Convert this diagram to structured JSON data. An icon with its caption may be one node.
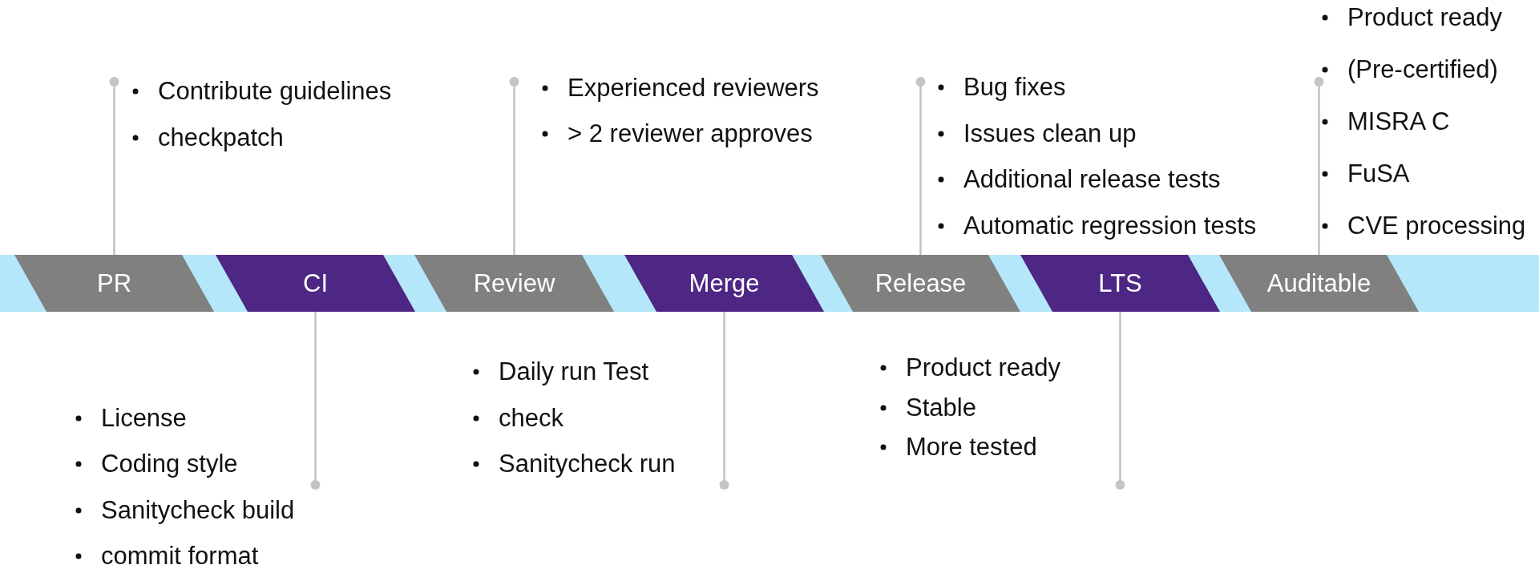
{
  "diagram": {
    "nodes": [
      {
        "text": [
          "PR"
        ]
      },
      {
        "text": [
          "CI"
        ]
      },
      {
        "text": [
          "Review"
        ]
      },
      {
        "text": [
          "Merge"
        ]
      },
      {
        "text": [
          "Release"
        ]
      },
      {
        "text": [
          "LTS"
        ]
      },
      {
        "text": [
          "Auditable"
        ]
      },
      {
        "text": [
          "Contribute guidelines",
          "checkpatch"
        ]
      },
      {
        "text": [
          "License",
          "Coding style",
          "Sanitycheck build",
          "commit format"
        ]
      },
      {
        "text": [
          "Experienced reviewers",
          "> 2 reviewer approves"
        ]
      },
      {
        "text": [
          "Daily run Test",
          "check",
          "Sanitycheck run"
        ]
      },
      {
        "text": [
          "Bug fixes",
          "Issues clean up",
          "Additional release tests",
          "Automatic regression tests"
        ]
      },
      {
        "text": [
          "Product ready",
          "Stable",
          "More tested"
        ]
      },
      {
        "text": [
          "Product ready",
          "(Pre-certified)",
          "MISRA C",
          "FuSA",
          "CVE processing"
        ]
      }
    ],
    "edges": [
      {
        "from": 7,
        "to": 0,
        "arrow": "other"
      },
      {
        "from": 8,
        "to": 1,
        "arrow": "other"
      },
      {
        "from": 9,
        "to": 2,
        "arrow": "other"
      },
      {
        "from": 10,
        "to": 3,
        "arrow": "other"
      },
      {
        "from": 11,
        "to": 4,
        "arrow": "other"
      },
      {
        "from": 12,
        "to": 5,
        "arrow": "other"
      },
      {
        "from": 13,
        "to": 6,
        "arrow": "other"
      }
    ]
  }
}
